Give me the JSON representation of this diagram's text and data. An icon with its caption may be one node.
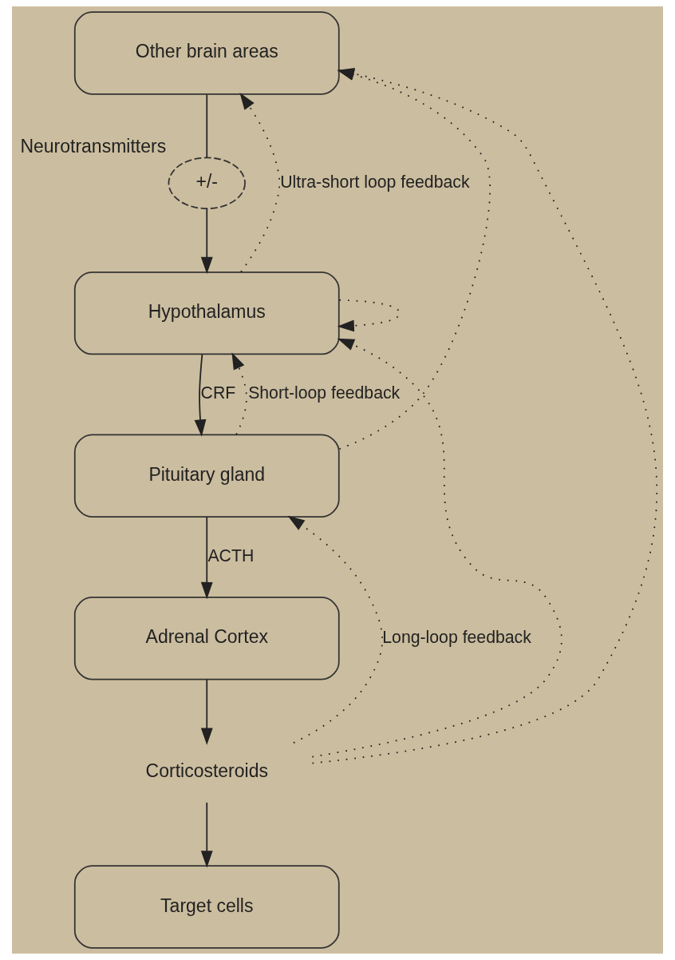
{
  "diagram": {
    "nodes": [
      {
        "text": [
          "Other brain areas"
        ]
      },
      {
        "text": [
          "+/-"
        ],
        "beside": [
          "Neurotransmitters"
        ]
      },
      {
        "text": [
          "Hypothalamus"
        ]
      },
      {
        "text": [
          "Pituitary gland"
        ]
      },
      {
        "text": [
          "Adrenal Cortex"
        ]
      },
      {
        "text": [
          "Corticosteroids"
        ]
      },
      {
        "text": [
          "Target cells"
        ]
      }
    ],
    "edges": [
      {
        "from": 0,
        "to": 1,
        "arrow": "none"
      },
      {
        "from": 1,
        "to": 2,
        "arrow": "to"
      },
      {
        "from": 2,
        "to": 3,
        "label": "CRF",
        "arrow": "to"
      },
      {
        "from": 3,
        "to": 4,
        "label": "ACTH",
        "arrow": "to"
      },
      {
        "from": 4,
        "to": 5,
        "arrow": "to"
      },
      {
        "from": 5,
        "to": 6,
        "arrow": "to"
      },
      {
        "from": 2,
        "to": 0,
        "label": "Ultra-short loop feedback",
        "arrow": "to",
        "style": "dashed"
      },
      {
        "from": 2,
        "to": 2,
        "arrow": "to",
        "style": "dashed"
      },
      {
        "from": 3,
        "to": 0,
        "arrow": "to",
        "style": "dashed"
      },
      {
        "from": 3,
        "to": 2,
        "label": "Short-loop feedback",
        "arrow": "to",
        "style": "dashed"
      },
      {
        "from": 5,
        "to": 0,
        "arrow": "to",
        "style": "dashed"
      },
      {
        "from": 5,
        "to": 2,
        "arrow": "to",
        "style": "dashed"
      },
      {
        "from": 5,
        "to": 3,
        "label": "Long-loop feedback",
        "arrow": "to",
        "style": "dashed"
      }
    ]
  }
}
